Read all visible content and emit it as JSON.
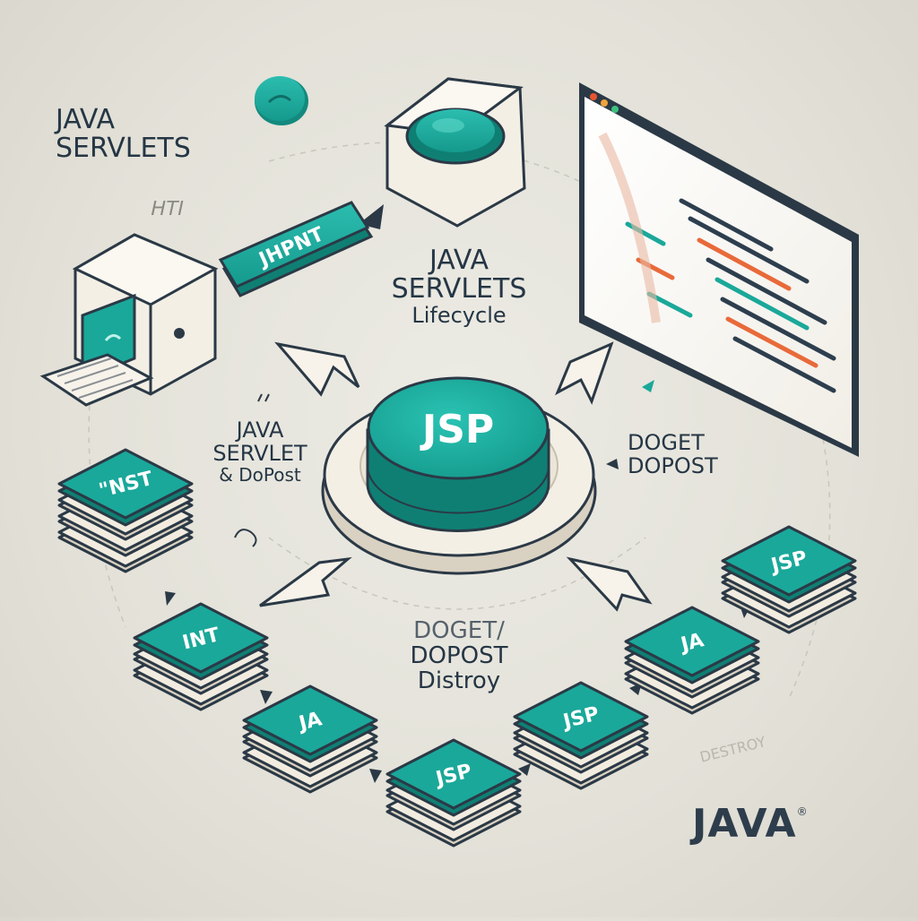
{
  "labels": {
    "top_left": [
      "JAVA",
      "SERVLETS"
    ],
    "http_fragment": "HTI",
    "center_title": [
      "JAVA",
      "SERVLETS"
    ],
    "center_subtitle": "Lifecycle",
    "left_mid": [
      "JAVA",
      "SERVLET"
    ],
    "left_mid_sub": "& DoPost",
    "right_mid": [
      "DOGET",
      "DOPOST"
    ],
    "bottom_center": [
      "DOGET/",
      "DOPOST",
      "Distroy"
    ],
    "faint_corner": "DESTROY",
    "brand": "JAVA",
    "brand_mark": "®",
    "top_tag": "JHPNT",
    "center_button": "JSP"
  },
  "stacks": [
    {
      "id": "stack-left-1",
      "label": "\"NST"
    },
    {
      "id": "stack-left-2",
      "label": "INT"
    },
    {
      "id": "stack-left-3",
      "label": "JA"
    },
    {
      "id": "stack-bottom",
      "label": "JSP"
    },
    {
      "id": "stack-right-3",
      "label": "JSP"
    },
    {
      "id": "stack-right-2",
      "label": "JA"
    },
    {
      "id": "stack-right-1",
      "label": "JSP"
    }
  ],
  "colors": {
    "teal": "#1aa89a",
    "teal_dark": "#0f7f74",
    "paper": "#f2ece0",
    "paper_shadow": "#d9d1c2",
    "ink": "#253645",
    "background": "#e6e4dc"
  }
}
